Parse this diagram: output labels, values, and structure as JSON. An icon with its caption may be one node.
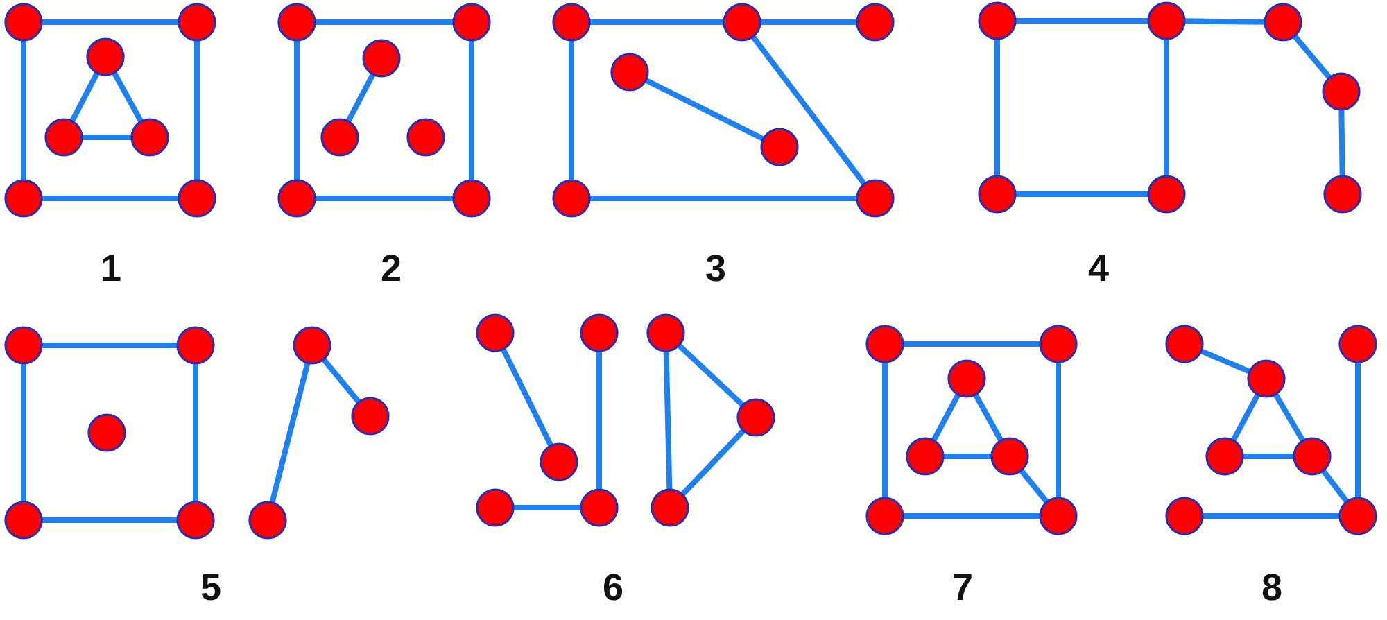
{
  "diagram": {
    "nodes": [
      {
        "text": [],
        "shape": "circle"
      },
      {
        "text": [],
        "shape": "circle"
      },
      {
        "text": [],
        "shape": "circle"
      },
      {
        "text": [],
        "shape": "circle"
      },
      {
        "text": [],
        "shape": "circle"
      },
      {
        "text": [],
        "shape": "circle"
      },
      {
        "text": [],
        "shape": "circle"
      },
      {
        "text": [],
        "shape": "circle"
      },
      {
        "text": [],
        "shape": "circle"
      },
      {
        "text": [],
        "shape": "circle"
      },
      {
        "text": [],
        "shape": "circle"
      },
      {
        "text": [],
        "shape": "circle"
      },
      {
        "text": [],
        "shape": "circle"
      },
      {
        "text": [],
        "shape": "circle"
      },
      {
        "text": [],
        "shape": "circle"
      },
      {
        "text": [],
        "shape": "circle"
      },
      {
        "text": [],
        "shape": "circle"
      },
      {
        "text": [],
        "shape": "circle"
      },
      {
        "text": [],
        "shape": "circle"
      },
      {
        "text": [],
        "shape": "circle"
      },
      {
        "text": [],
        "shape": "circle"
      },
      {
        "text": [],
        "shape": "circle"
      },
      {
        "text": [],
        "shape": "circle"
      },
      {
        "text": [],
        "shape": "circle"
      },
      {
        "text": [],
        "shape": "circle"
      },
      {
        "text": [],
        "shape": "circle"
      },
      {
        "text": [],
        "shape": "circle"
      },
      {
        "text": [],
        "shape": "circle"
      },
      {
        "text": [],
        "shape": "circle"
      },
      {
        "text": [],
        "shape": "circle"
      },
      {
        "text": [],
        "shape": "circle"
      },
      {
        "text": [],
        "shape": "circle"
      },
      {
        "text": [],
        "shape": "circle"
      },
      {
        "text": [],
        "shape": "circle"
      },
      {
        "text": [],
        "shape": "circle"
      },
      {
        "text": [],
        "shape": "circle"
      },
      {
        "text": [],
        "shape": "circle"
      },
      {
        "text": [],
        "shape": "circle"
      },
      {
        "text": [],
        "shape": "circle"
      },
      {
        "text": [],
        "shape": "circle"
      },
      {
        "text": [],
        "shape": "circle"
      },
      {
        "text": [],
        "shape": "circle"
      },
      {
        "text": [],
        "shape": "circle"
      },
      {
        "text": [],
        "shape": "circle"
      },
      {
        "text": [],
        "shape": "circle"
      },
      {
        "text": [],
        "shape": "circle"
      },
      {
        "text": [],
        "shape": "circle"
      },
      {
        "text": [],
        "shape": "circle"
      },
      {
        "text": [],
        "shape": "circle"
      },
      {
        "text": [],
        "shape": "circle"
      },
      {
        "text": [],
        "shape": "circle"
      },
      {
        "text": [],
        "shape": "circle"
      },
      {
        "text": [],
        "shape": "circle"
      },
      {
        "text": [],
        "shape": "circle"
      },
      {
        "text": [],
        "shape": "circle"
      },
      {
        "text": [],
        "shape": "circle"
      },
      {
        "text": [],
        "shape": "circle"
      },
      {
        "text": [],
        "shape": "circle"
      }
    ],
    "edges": [
      {
        "from": 0,
        "to": 1,
        "arrow": "none"
      },
      {
        "from": 0,
        "to": 5,
        "arrow": "none"
      },
      {
        "from": 1,
        "to": 6,
        "arrow": "none"
      },
      {
        "from": 5,
        "to": 6,
        "arrow": "none"
      },
      {
        "from": 2,
        "to": 3,
        "arrow": "none"
      },
      {
        "from": 2,
        "to": 4,
        "arrow": "none"
      },
      {
        "from": 3,
        "to": 4,
        "arrow": "none"
      },
      {
        "from": 7,
        "to": 8,
        "arrow": "none"
      },
      {
        "from": 7,
        "to": 12,
        "arrow": "none"
      },
      {
        "from": 8,
        "to": 13,
        "arrow": "none"
      },
      {
        "from": 12,
        "to": 13,
        "arrow": "none"
      },
      {
        "from": 9,
        "to": 10,
        "arrow": "none"
      },
      {
        "from": 14,
        "to": 15,
        "arrow": "none"
      },
      {
        "from": 15,
        "to": 16,
        "arrow": "none"
      },
      {
        "from": 14,
        "to": 19,
        "arrow": "none"
      },
      {
        "from": 15,
        "to": 20,
        "arrow": "none"
      },
      {
        "from": 17,
        "to": 18,
        "arrow": "none"
      },
      {
        "from": 19,
        "to": 20,
        "arrow": "none"
      },
      {
        "from": 21,
        "to": 22,
        "arrow": "none"
      },
      {
        "from": 22,
        "to": 23,
        "arrow": "none"
      },
      {
        "from": 23,
        "to": 24,
        "arrow": "none"
      },
      {
        "from": 21,
        "to": 25,
        "arrow": "none"
      },
      {
        "from": 22,
        "to": 26,
        "arrow": "none"
      },
      {
        "from": 24,
        "to": 27,
        "arrow": "none"
      },
      {
        "from": 25,
        "to": 26,
        "arrow": "none"
      },
      {
        "from": 28,
        "to": 29,
        "arrow": "none"
      },
      {
        "from": 28,
        "to": 33,
        "arrow": "none"
      },
      {
        "from": 29,
        "to": 34,
        "arrow": "none"
      },
      {
        "from": 33,
        "to": 34,
        "arrow": "none"
      },
      {
        "from": 30,
        "to": 31,
        "arrow": "none"
      },
      {
        "from": 30,
        "to": 35,
        "arrow": "none"
      },
      {
        "from": 36,
        "to": 40,
        "arrow": "none"
      },
      {
        "from": 37,
        "to": 42,
        "arrow": "none"
      },
      {
        "from": 41,
        "to": 42,
        "arrow": "none"
      },
      {
        "from": 38,
        "to": 39,
        "arrow": "none"
      },
      {
        "from": 38,
        "to": 43,
        "arrow": "none"
      },
      {
        "from": 39,
        "to": 43,
        "arrow": "none"
      },
      {
        "from": 44,
        "to": 45,
        "arrow": "none"
      },
      {
        "from": 44,
        "to": 49,
        "arrow": "none"
      },
      {
        "from": 45,
        "to": 50,
        "arrow": "none"
      },
      {
        "from": 49,
        "to": 50,
        "arrow": "none"
      },
      {
        "from": 46,
        "to": 47,
        "arrow": "none"
      },
      {
        "from": 46,
        "to": 48,
        "arrow": "none"
      },
      {
        "from": 47,
        "to": 48,
        "arrow": "none"
      },
      {
        "from": 48,
        "to": 50,
        "arrow": "none"
      },
      {
        "from": 51,
        "to": 53,
        "arrow": "none"
      },
      {
        "from": 53,
        "to": 54,
        "arrow": "none"
      },
      {
        "from": 53,
        "to": 55,
        "arrow": "none"
      },
      {
        "from": 54,
        "to": 55,
        "arrow": "none"
      },
      {
        "from": 55,
        "to": 57,
        "arrow": "none"
      },
      {
        "from": 52,
        "to": 57,
        "arrow": "none"
      },
      {
        "from": 56,
        "to": 57,
        "arrow": "none"
      }
    ],
    "labels": [
      "1",
      "2",
      "3",
      "4",
      "5",
      "6",
      "7",
      "8"
    ]
  }
}
